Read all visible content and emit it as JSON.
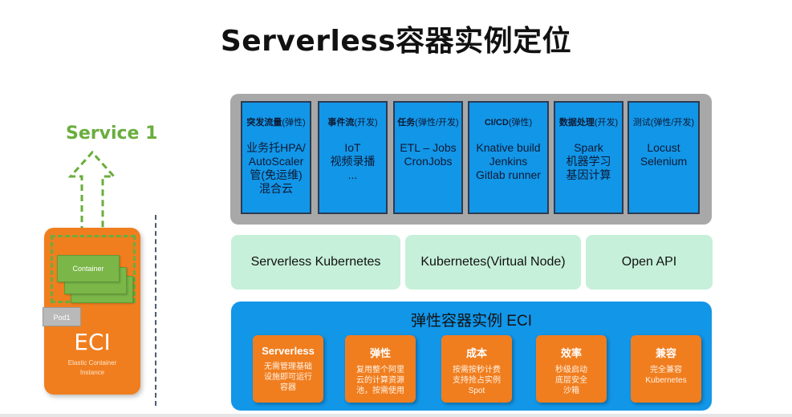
{
  "title": "Serverless容器实例定位",
  "left_illustration": {
    "service_label": "Service 1",
    "container_label": "Container",
    "pod_label": "Pod1",
    "eci_label": "ECI",
    "eci_sub_line1": "Elastic Container",
    "eci_sub_line2": "Instance",
    "colors": {
      "orange": "#f07e1f",
      "green": "#6aad3d"
    }
  },
  "scenarios": [
    {
      "head_bold": "突发流量",
      "head_rest": "(弹性)",
      "lines": [
        "业务托HPA/",
        "AutoScaler",
        "管(免运维)",
        "混合云"
      ]
    },
    {
      "head_bold": "事件流",
      "head_rest": "(开发)",
      "lines": [
        "IoT",
        "视频录播",
        "..."
      ]
    },
    {
      "head_bold": "任务",
      "head_rest": "(弹性/开发)",
      "lines": [
        "ETL – Jobs",
        "CronJobs"
      ]
    },
    {
      "head_bold": "CI/CD",
      "head_rest": "(弹性)",
      "lines": [
        "Knative build",
        "Jenkins",
        "Gitlab runner"
      ]
    },
    {
      "head_bold": "数据处理",
      "head_rest": "(开发)",
      "lines": [
        "Spark",
        "机器学习",
        "基因计算"
      ]
    },
    {
      "head_bold": "",
      "head_rest": "测试(弹性/开发)",
      "lines": [
        "Locust",
        "Selenium"
      ]
    }
  ],
  "apis": [
    "Serverless Kubernetes",
    "Kubernetes(Virtual Node)",
    "Open API"
  ],
  "eci_panel": {
    "title": "弹性容器实例 ECI",
    "features": [
      {
        "title": "Serverless",
        "lines": [
          "无需管理基础",
          "设施即可运行",
          "容器"
        ]
      },
      {
        "title": "弹性",
        "lines": [
          "复用整个阿里",
          "云的计算资源",
          "池，按需使用"
        ]
      },
      {
        "title": "成本",
        "lines": [
          "按需按秒计费",
          "支持抢占实例",
          "Spot"
        ]
      },
      {
        "title": "效率",
        "lines": [
          "秒级启动",
          "底层安全",
          "沙箱"
        ]
      },
      {
        "title": "兼容",
        "lines": [
          "完全兼容",
          "Kubernetes"
        ]
      }
    ]
  },
  "colors": {
    "scenario_blue": "#1296e8",
    "panel_gray": "#a8a8a8",
    "api_green": "#c6f0d9",
    "feature_orange": "#f07e1f"
  }
}
